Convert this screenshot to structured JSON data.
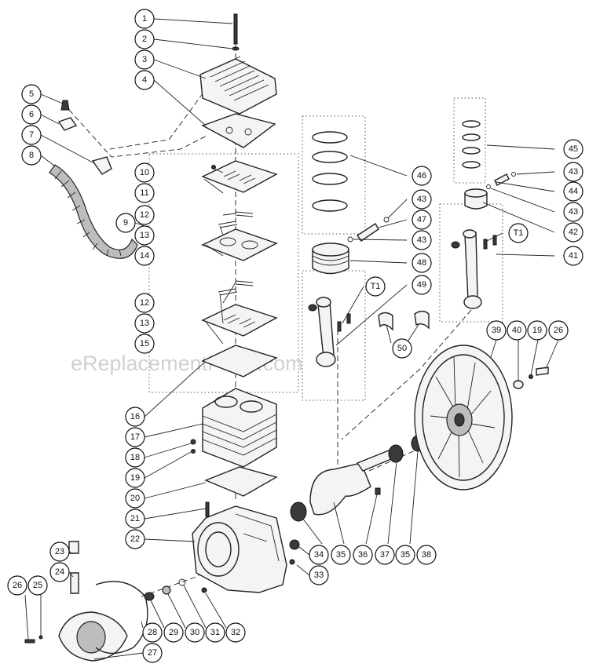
{
  "watermark": "eReplacementParts.com",
  "callouts": [
    {
      "id": "c1",
      "label": "1"
    },
    {
      "id": "c2",
      "label": "2"
    },
    {
      "id": "c3",
      "label": "3"
    },
    {
      "id": "c4",
      "label": "4"
    },
    {
      "id": "c5",
      "label": "5"
    },
    {
      "id": "c6",
      "label": "6"
    },
    {
      "id": "c7",
      "label": "7"
    },
    {
      "id": "c8",
      "label": "8"
    },
    {
      "id": "c9",
      "label": "9"
    },
    {
      "id": "c10",
      "label": "10"
    },
    {
      "id": "c11",
      "label": "11"
    },
    {
      "id": "c12a",
      "label": "12"
    },
    {
      "id": "c13a",
      "label": "13"
    },
    {
      "id": "c14",
      "label": "14"
    },
    {
      "id": "c12b",
      "label": "12"
    },
    {
      "id": "c13b",
      "label": "13"
    },
    {
      "id": "c15",
      "label": "15"
    },
    {
      "id": "c16",
      "label": "16"
    },
    {
      "id": "c17",
      "label": "17"
    },
    {
      "id": "c18",
      "label": "18"
    },
    {
      "id": "c19a",
      "label": "19"
    },
    {
      "id": "c20",
      "label": "20"
    },
    {
      "id": "c21",
      "label": "21"
    },
    {
      "id": "c22",
      "label": "22"
    },
    {
      "id": "c23",
      "label": "23"
    },
    {
      "id": "c24",
      "label": "24"
    },
    {
      "id": "c26a",
      "label": "26"
    },
    {
      "id": "c25",
      "label": "25"
    },
    {
      "id": "c27",
      "label": "27"
    },
    {
      "id": "c28",
      "label": "28"
    },
    {
      "id": "c29",
      "label": "29"
    },
    {
      "id": "c30",
      "label": "30"
    },
    {
      "id": "c31",
      "label": "31"
    },
    {
      "id": "c32",
      "label": "32"
    },
    {
      "id": "c33",
      "label": "33"
    },
    {
      "id": "c34",
      "label": "34"
    },
    {
      "id": "c35a",
      "label": "35"
    },
    {
      "id": "c36",
      "label": "36"
    },
    {
      "id": "c37",
      "label": "37"
    },
    {
      "id": "c35b",
      "label": "35"
    },
    {
      "id": "c38",
      "label": "38"
    },
    {
      "id": "c39",
      "label": "39"
    },
    {
      "id": "c40",
      "label": "40"
    },
    {
      "id": "c19b",
      "label": "19"
    },
    {
      "id": "c26b",
      "label": "26"
    },
    {
      "id": "c45",
      "label": "45"
    },
    {
      "id": "c43a",
      "label": "43"
    },
    {
      "id": "c44",
      "label": "44"
    },
    {
      "id": "c43b",
      "label": "43"
    },
    {
      "id": "c42",
      "label": "42"
    },
    {
      "id": "cT1b",
      "label": "T1"
    },
    {
      "id": "c41",
      "label": "41"
    },
    {
      "id": "c46",
      "label": "46"
    },
    {
      "id": "c43c",
      "label": "43"
    },
    {
      "id": "c47",
      "label": "47"
    },
    {
      "id": "c43d",
      "label": "43"
    },
    {
      "id": "c48",
      "label": "48"
    },
    {
      "id": "cT1a",
      "label": "T1"
    },
    {
      "id": "c49",
      "label": "49"
    },
    {
      "id": "c50",
      "label": "50"
    }
  ]
}
